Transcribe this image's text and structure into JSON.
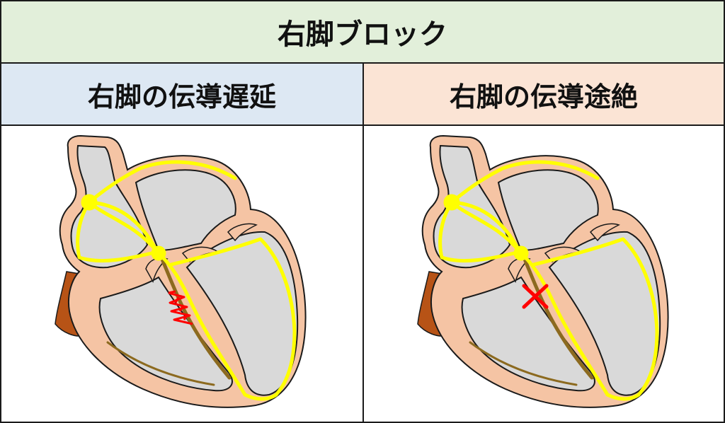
{
  "title": "右脚ブロック",
  "panels": [
    {
      "heading": "右脚の伝導遅延",
      "marker": "zigzag"
    },
    {
      "heading": "右脚の伝導途絶",
      "marker": "cross"
    }
  ],
  "colors": {
    "title_bg": "#e2efda",
    "left_header_bg": "#dde8f3",
    "right_header_bg": "#fbe4d5",
    "heart_wall": "#f5c4a4",
    "chamber": "#d9d9d9",
    "conduction": "#ffff00",
    "right_bundle": "#8c6a1f",
    "vessel": "#b75316",
    "marker": "#ff0000"
  }
}
